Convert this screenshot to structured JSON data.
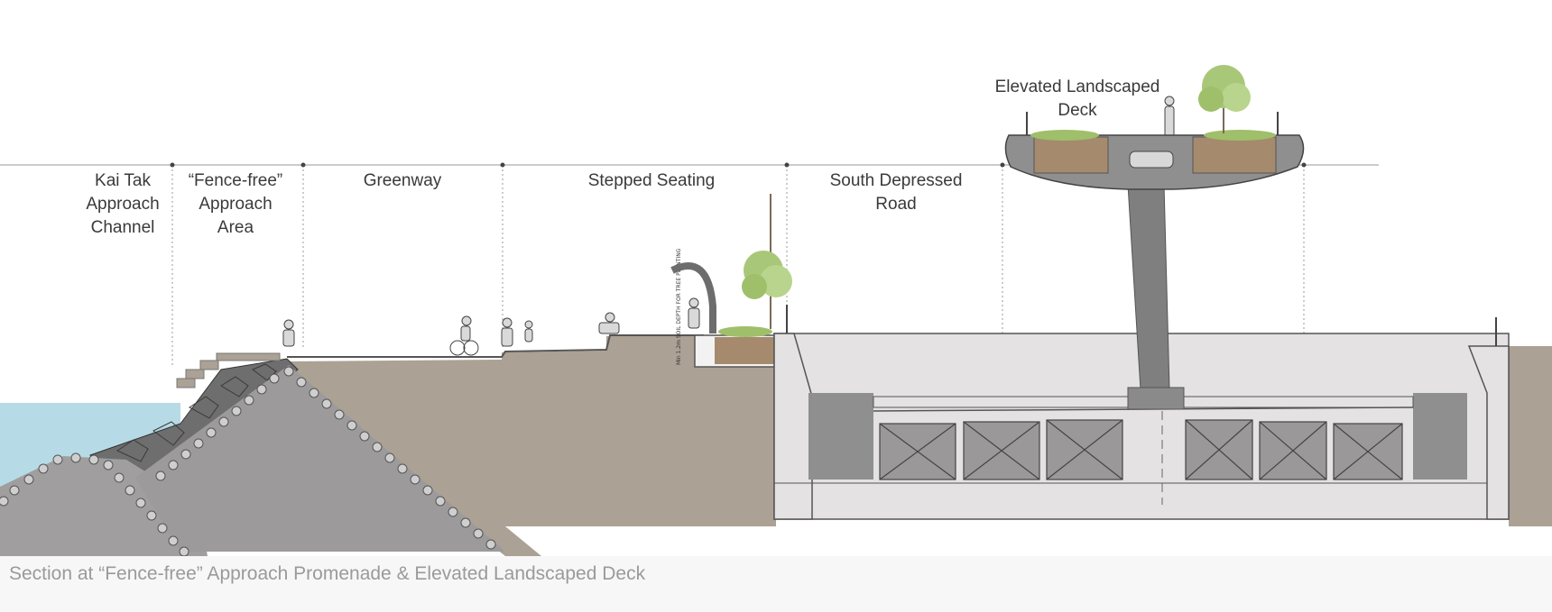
{
  "zones": [
    {
      "id": "kai-tak",
      "label": "Kai Tak\nApproach\nChannel"
    },
    {
      "id": "fence-free",
      "label": "“Fence-free”\nApproach\nArea"
    },
    {
      "id": "greenway",
      "label": "Greenway"
    },
    {
      "id": "stepped-seating",
      "label": "Stepped Seating"
    },
    {
      "id": "south-depressed-road",
      "label": "South Depressed\nRoad"
    },
    {
      "id": "elevated-deck",
      "label": "Elevated Landscaped\nDeck"
    }
  ],
  "planter_note": "Min 1.2m SOIL DEPTH FOR TREE PLANTING",
  "caption": "Section at “Fence-free” Approach Promenade & Elevated Landscaped Deck",
  "colors": {
    "water": "#b6dbe6",
    "fill_ground": "#aba194",
    "armour_rock": "#6e6e6e",
    "slope_rock": "#9c9a9a",
    "concrete": "#e4e2e2",
    "concrete_dark": "#8f8f8f",
    "soil": "#a58a6e",
    "foliage": "#9fbf6a",
    "line": "#444444"
  }
}
